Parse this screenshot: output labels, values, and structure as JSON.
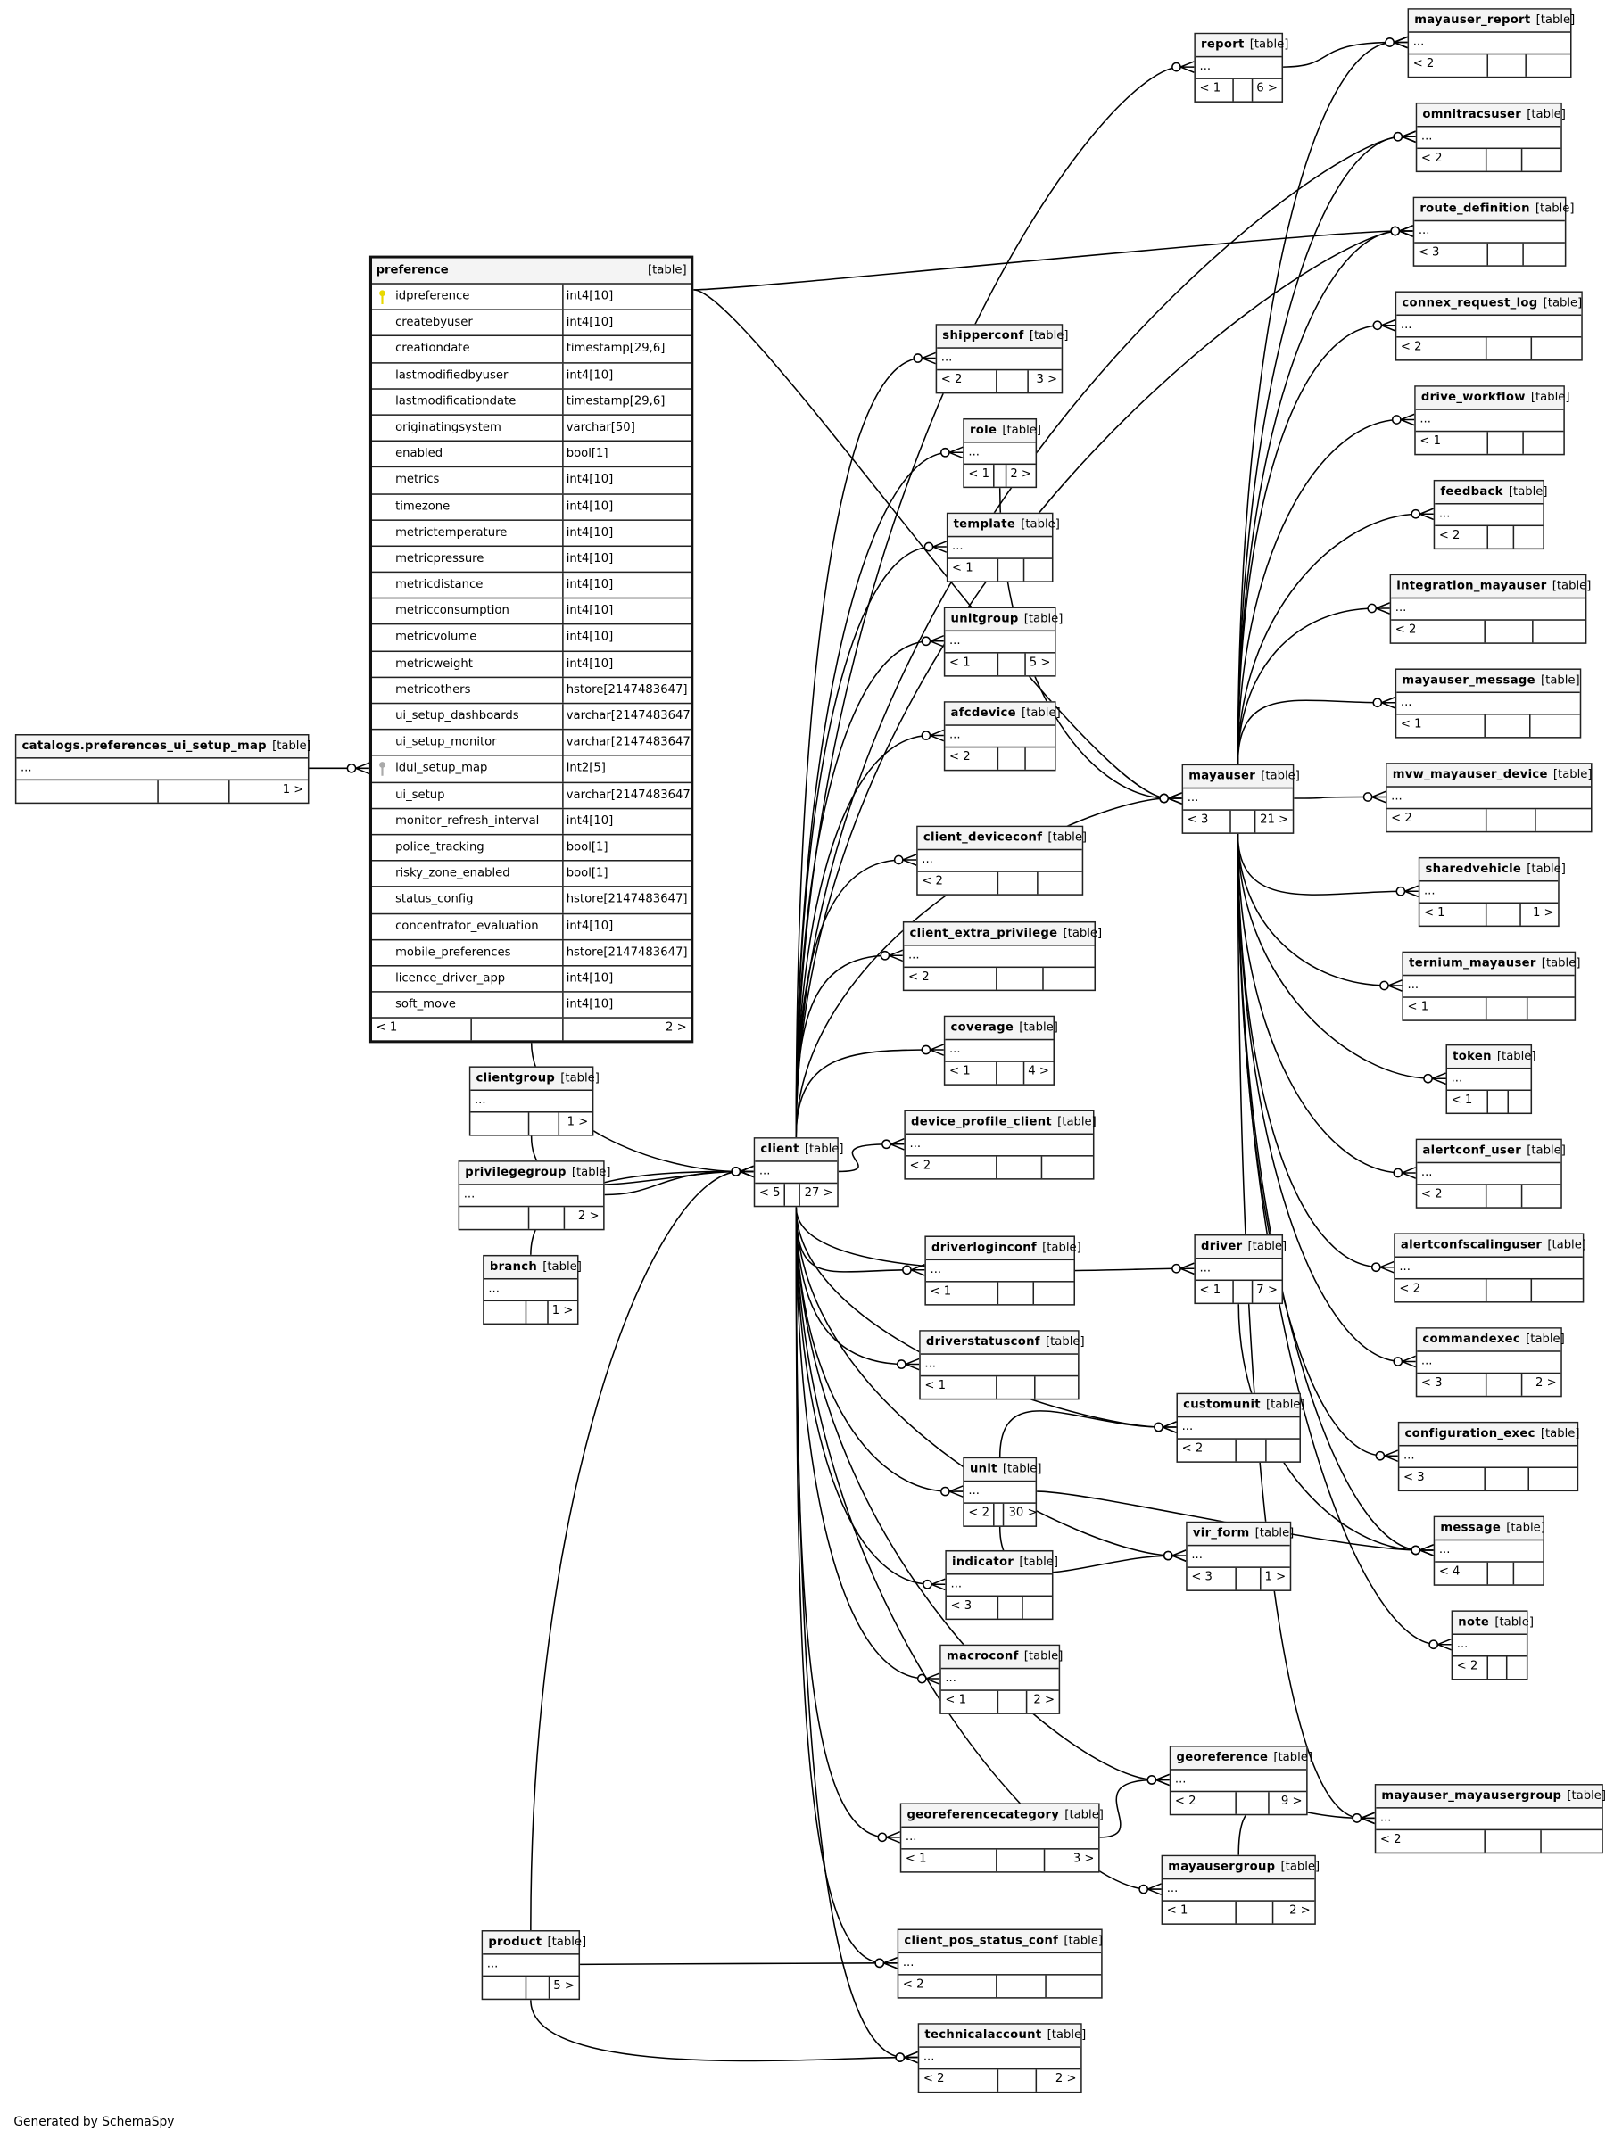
{
  "table_tag": "[table]",
  "placeholder_row": "...",
  "footer": "Generated by SchemaSpy",
  "preference": {
    "name": "preference",
    "footer_left": "< 1",
    "footer_right": "2 >",
    "columns": [
      {
        "name": "idpreference",
        "type": "int4[10]",
        "key": "primary"
      },
      {
        "name": "createbyuser",
        "type": "int4[10]"
      },
      {
        "name": "creationdate",
        "type": "timestamp[29,6]"
      },
      {
        "name": "lastmodifiedbyuser",
        "type": "int4[10]"
      },
      {
        "name": "lastmodificationdate",
        "type": "timestamp[29,6]"
      },
      {
        "name": "originatingsystem",
        "type": "varchar[50]"
      },
      {
        "name": "enabled",
        "type": "bool[1]"
      },
      {
        "name": "metrics",
        "type": "int4[10]"
      },
      {
        "name": "timezone",
        "type": "int4[10]"
      },
      {
        "name": "metrictemperature",
        "type": "int4[10]"
      },
      {
        "name": "metricpressure",
        "type": "int4[10]"
      },
      {
        "name": "metricdistance",
        "type": "int4[10]"
      },
      {
        "name": "metricconsumption",
        "type": "int4[10]"
      },
      {
        "name": "metricvolume",
        "type": "int4[10]"
      },
      {
        "name": "metricweight",
        "type": "int4[10]"
      },
      {
        "name": "metricothers",
        "type": "hstore[2147483647]"
      },
      {
        "name": "ui_setup_dashboards",
        "type": "varchar[2147483647]"
      },
      {
        "name": "ui_setup_monitor",
        "type": "varchar[2147483647]"
      },
      {
        "name": "idui_setup_map",
        "type": "int2[5]",
        "key": "foreign"
      },
      {
        "name": "ui_setup",
        "type": "varchar[2147483647]"
      },
      {
        "name": "monitor_refresh_interval",
        "type": "int4[10]"
      },
      {
        "name": "police_tracking",
        "type": "bool[1]"
      },
      {
        "name": "risky_zone_enabled",
        "type": "bool[1]"
      },
      {
        "name": "status_config",
        "type": "hstore[2147483647]"
      },
      {
        "name": "concentrator_evaluation",
        "type": "int4[10]"
      },
      {
        "name": "mobile_preferences",
        "type": "hstore[2147483647]"
      },
      {
        "name": "licence_driver_app",
        "type": "int4[10]"
      },
      {
        "name": "soft_move",
        "type": "int4[10]"
      }
    ]
  },
  "tables": [
    {
      "name": "catalogs.preferences_ui_setup_map",
      "left": "",
      "right": "1 >"
    },
    {
      "name": "clientgroup",
      "left": "",
      "right": "1 >"
    },
    {
      "name": "privilegegroup",
      "left": "",
      "right": "2 >"
    },
    {
      "name": "branch",
      "left": "",
      "right": "1 >"
    },
    {
      "name": "product",
      "left": "",
      "right": "5 >"
    },
    {
      "name": "client",
      "left": "< 5",
      "right": "27 >"
    },
    {
      "name": "shipperconf",
      "left": "< 2",
      "right": "3 >"
    },
    {
      "name": "role",
      "left": "< 1",
      "right": "2 >"
    },
    {
      "name": "template",
      "left": "< 1",
      "right": ""
    },
    {
      "name": "unitgroup",
      "left": "< 1",
      "right": "5 >"
    },
    {
      "name": "afcdevice",
      "left": "< 2",
      "right": ""
    },
    {
      "name": "client_deviceconf",
      "left": "< 2",
      "right": ""
    },
    {
      "name": "client_extra_privilege",
      "left": "< 2",
      "right": ""
    },
    {
      "name": "coverage",
      "left": "< 1",
      "right": "4 >"
    },
    {
      "name": "device_profile_client",
      "left": "< 2",
      "right": ""
    },
    {
      "name": "driverloginconf",
      "left": "< 1",
      "right": ""
    },
    {
      "name": "driverstatusconf",
      "left": "< 1",
      "right": ""
    },
    {
      "name": "unit",
      "left": "< 2",
      "right": "30 >"
    },
    {
      "name": "indicator",
      "left": "< 3",
      "right": ""
    },
    {
      "name": "macroconf",
      "left": "< 1",
      "right": "2 >"
    },
    {
      "name": "georeferencecategory",
      "left": "< 1",
      "right": "3 >"
    },
    {
      "name": "client_pos_status_conf",
      "left": "< 2",
      "right": ""
    },
    {
      "name": "technicalaccount",
      "left": "< 2",
      "right": "2 >"
    },
    {
      "name": "report",
      "left": "< 1",
      "right": "6 >"
    },
    {
      "name": "mayauser",
      "left": "< 3",
      "right": "21 >"
    },
    {
      "name": "driver",
      "left": "< 1",
      "right": "7 >"
    },
    {
      "name": "customunit",
      "left": "< 2",
      "right": ""
    },
    {
      "name": "vir_form",
      "left": "< 3",
      "right": "1 >"
    },
    {
      "name": "georeference",
      "left": "< 2",
      "right": "9 >"
    },
    {
      "name": "mayausergroup",
      "left": "< 1",
      "right": "2 >"
    },
    {
      "name": "mayauser_report",
      "left": "< 2",
      "right": ""
    },
    {
      "name": "omnitracsuser",
      "left": "< 2",
      "right": ""
    },
    {
      "name": "route_definition",
      "left": "< 3",
      "right": ""
    },
    {
      "name": "connex_request_log",
      "left": "< 2",
      "right": ""
    },
    {
      "name": "drive_workflow",
      "left": "< 1",
      "right": ""
    },
    {
      "name": "feedback",
      "left": "< 2",
      "right": ""
    },
    {
      "name": "integration_mayauser",
      "left": "< 2",
      "right": ""
    },
    {
      "name": "mayauser_message",
      "left": "< 1",
      "right": ""
    },
    {
      "name": "mvw_mayauser_device",
      "left": "< 2",
      "right": ""
    },
    {
      "name": "sharedvehicle",
      "left": "< 1",
      "right": "1 >"
    },
    {
      "name": "ternium_mayauser",
      "left": "< 1",
      "right": ""
    },
    {
      "name": "token",
      "left": "< 1",
      "right": ""
    },
    {
      "name": "alertconf_user",
      "left": "< 2",
      "right": ""
    },
    {
      "name": "alertconfscalinguser",
      "left": "< 2",
      "right": ""
    },
    {
      "name": "commandexec",
      "left": "< 3",
      "right": "2 >"
    },
    {
      "name": "configuration_exec",
      "left": "< 3",
      "right": ""
    },
    {
      "name": "message",
      "left": "< 4",
      "right": ""
    },
    {
      "name": "note",
      "left": "< 2",
      "right": ""
    },
    {
      "name": "mayauser_mayausergroup",
      "left": "< 2",
      "right": ""
    }
  ]
}
